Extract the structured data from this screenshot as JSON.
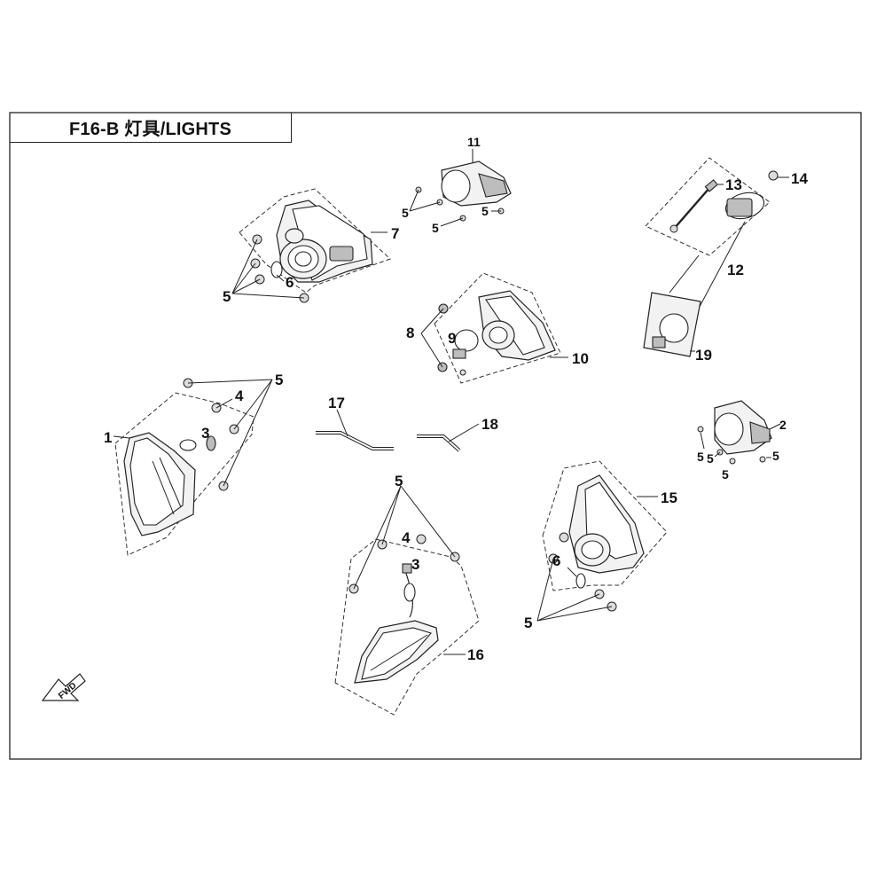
{
  "title": "F16-B  灯具/LIGHTS",
  "callouts": {
    "c1": "1",
    "c2": "2",
    "c3a": "3",
    "c3b": "3",
    "c4a": "4",
    "c4b": "4",
    "c5a": "5",
    "c5b": "5",
    "c5c": "5",
    "c5d": "5",
    "c5e": "5",
    "c5f": "5",
    "c5g": "5",
    "c5h": "5",
    "c5i": "5",
    "c5j": "5",
    "c5k": "5",
    "c6a": "6",
    "c6b": "6",
    "c7": "7",
    "c8": "8",
    "c9": "9",
    "c10": "10",
    "c11": "11",
    "c12": "12",
    "c13": "13",
    "c14": "14",
    "c15": "15",
    "c16": "16",
    "c17": "17",
    "c18": "18",
    "c19": "19"
  },
  "fwd_marker": "FWD"
}
